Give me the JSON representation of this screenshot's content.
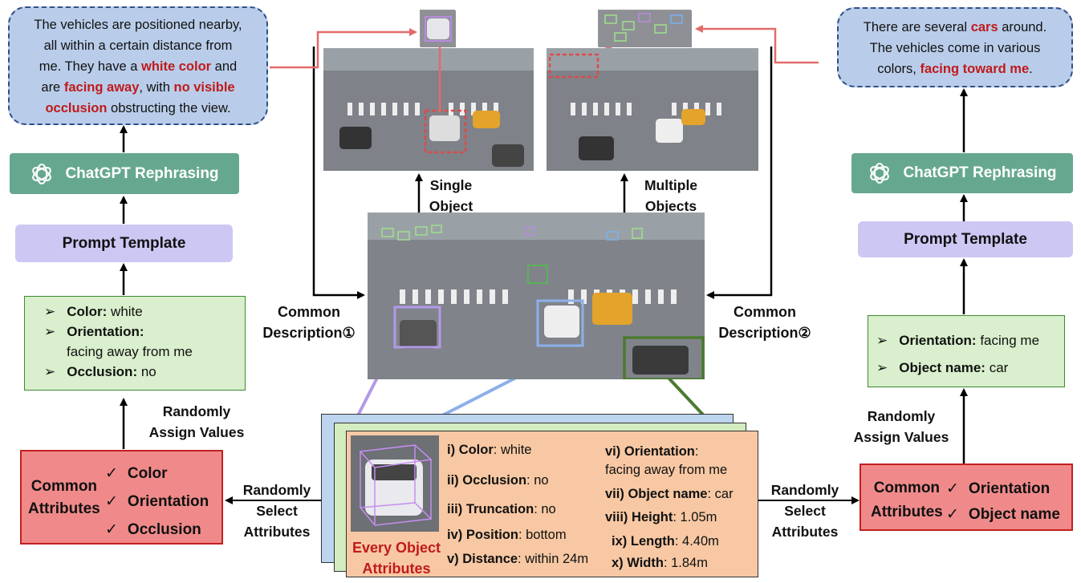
{
  "left_bubble": {
    "t1": "The vehicles are positioned nearby,",
    "t2": "all within a certain distance from",
    "t3": "me. They have a",
    "t3r": "white color",
    "t3b": "and",
    "t4": "are",
    "t4r": "facing away",
    "t4b": ", with",
    "t4r2": "no visible",
    "t5r": "occlusion",
    "t5b": "obstructing the view."
  },
  "right_bubble": {
    "t1a": "There are several",
    "t1r": "cars",
    "t1b": "around.",
    "t2": "The vehicles come in various",
    "t3a": "colors,",
    "t3r": "facing toward me",
    "t3b": "."
  },
  "chatgpt_label": "ChatGPT Rephrasing",
  "prompt_label": "Prompt Template",
  "left_attrs": [
    {
      "key": "Color",
      "val": " white"
    },
    {
      "key": "Orientation",
      "val": ":"
    },
    {
      "key": "",
      "val": "facing away from me"
    },
    {
      "key": "Occlusion",
      "val": " no"
    }
  ],
  "right_attrs": [
    {
      "key": "Orientation",
      "val": " facing me"
    },
    {
      "key": "Object name",
      "val": " car"
    }
  ],
  "randomly_assign": [
    "Randomly",
    "Assign Values"
  ],
  "randomly_select": [
    "Randomly",
    "Select",
    "Attributes"
  ],
  "common_attributes": [
    "Common",
    "Attributes"
  ],
  "left_common_list": [
    "Color",
    "Orientation",
    "Occlusion"
  ],
  "right_common_list": [
    "Orientation",
    "Object name"
  ],
  "common_desc_1": [
    "Common",
    "Description①"
  ],
  "common_desc_2": [
    "Common",
    "Description②"
  ],
  "single_object": [
    "Single",
    "Object"
  ],
  "multiple_objects": [
    "Multiple",
    "Objects"
  ],
  "every_object": [
    "Every Object",
    "Attributes"
  ],
  "card_attrs_left": [
    {
      "num": "i)",
      "key": "Color",
      "val": ": white"
    },
    {
      "num": "ii)",
      "key": "Occlusion",
      "val": ": no"
    },
    {
      "num": "iii)",
      "key": "Truncation",
      "val": ": no"
    },
    {
      "num": "iv)",
      "key": "Position",
      "val": ": bottom"
    },
    {
      "num": "v)",
      "key": "Distance",
      "val": ": within 24m"
    }
  ],
  "card_attrs_right": [
    {
      "num": "vi)",
      "key": "Orientation",
      "val": ":"
    },
    {
      "num": "",
      "key": "",
      "val": "facing away from me"
    },
    {
      "num": "vii)",
      "key": "Object name",
      "val": ": car"
    },
    {
      "num": "viii)",
      "key": "Height",
      "val": ": 1.05m"
    },
    {
      "num": "ix)",
      "key": "Length",
      "val": ": 4.40m"
    },
    {
      "num": "x)",
      "key": "Width",
      "val": ": 1.84m"
    }
  ],
  "colors": {
    "accent_red": "#c01a1a",
    "chat_green": "#66a88f",
    "prompt_purple": "#cdc7f3"
  }
}
